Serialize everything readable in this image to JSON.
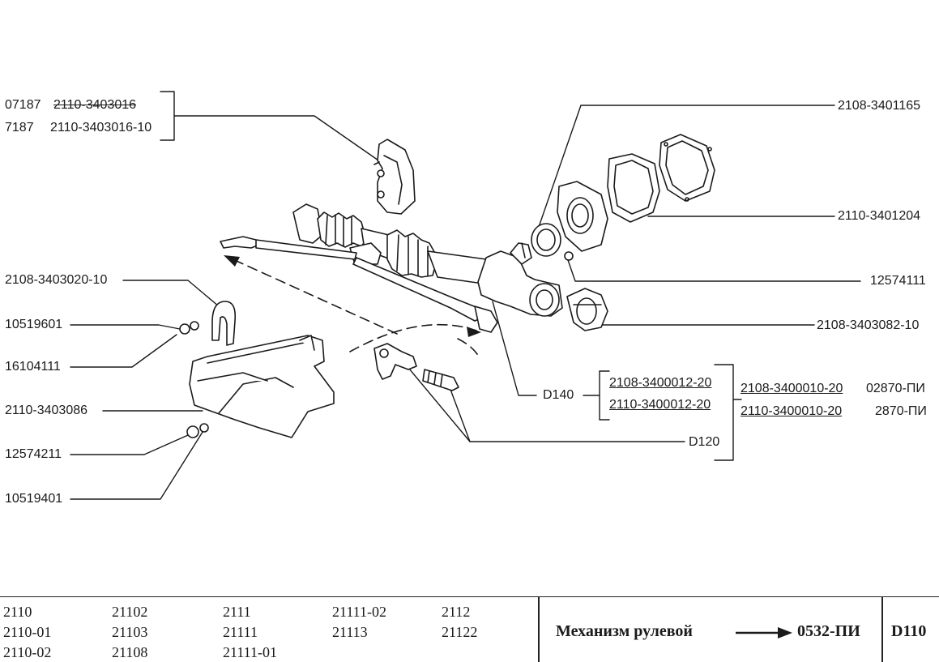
{
  "callouts": {
    "c_07187": "07187",
    "c_2110_3403016_old": "2110-3403016",
    "c_7187": "7187",
    "c_2110_3403016_10": "2110-3403016-10",
    "c_2108_3401165": "2108-3401165",
    "c_2110_3401204": "2110-3401204",
    "c_12574111": "12574111",
    "c_2108_3403082_10": "2108-3403082-10",
    "c_2108_3403020_10": "2108-3403020-10",
    "c_10519601": "10519601",
    "c_16104111": "16104111",
    "c_2110_3403086": "2110-3403086",
    "c_12574211": "12574211",
    "c_10519401": "10519401",
    "c_D140": "D140",
    "c_D120": "D120",
    "c_2108_3400012_20": "2108-3400012-20",
    "c_2110_3400012_20": "2110-3400012-20",
    "c_2108_3400010_20": "2108-3400010-20",
    "c_02870_PI": "02870-ПИ",
    "c_2110_3400010_20": "2110-3400010-20",
    "c_2870_PI": "2870-ПИ"
  },
  "footer": {
    "models": [
      [
        "2110",
        "2110-01",
        "2110-02"
      ],
      [
        "21102",
        "21103",
        "21108"
      ],
      [
        "2111",
        "21111",
        "21111-01"
      ],
      [
        "21111-02",
        "21113"
      ],
      [
        "2112",
        "21122"
      ]
    ],
    "title": "Механизм рулевой",
    "ref_code": "0532-ПИ",
    "page_code": "D110"
  }
}
